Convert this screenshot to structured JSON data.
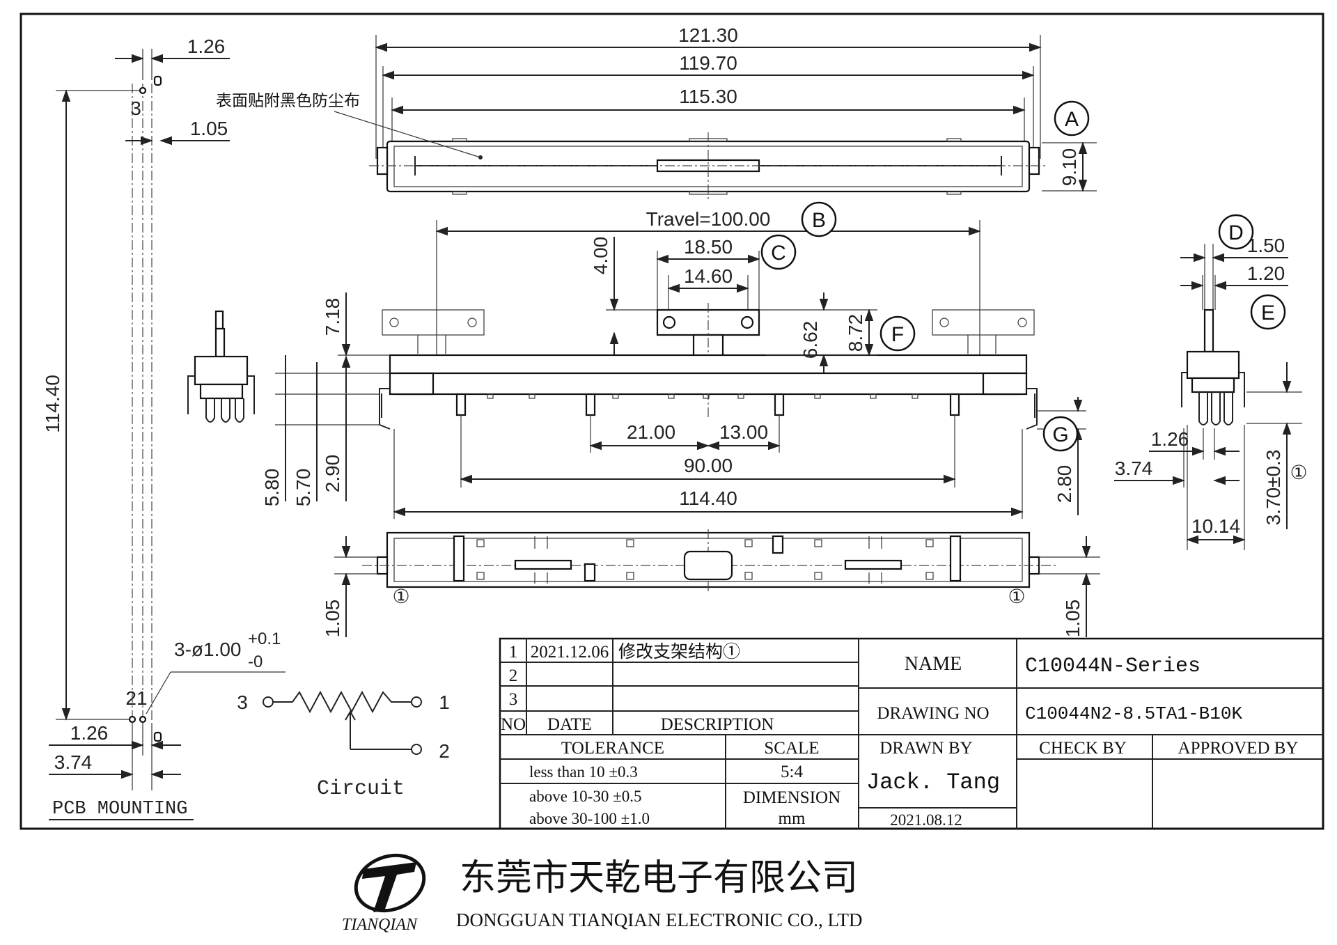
{
  "dimensions": {
    "overall_length_1": "121.30",
    "overall_length_2": "119.70",
    "overall_length_3": "115.30",
    "body_height": "9.10",
    "travel": "Travel=100.00",
    "lever_outer": "18.50",
    "lever_inner": "14.60",
    "lever_offset": "4.00",
    "bracket_height": "7.18",
    "height_662": "6.62",
    "height_872": "8.72",
    "pin_left": "21.00",
    "pin_right": "13.00",
    "pin_span": "90.00",
    "body_length": "114.40",
    "left_580": "5.80",
    "left_570": "5.70",
    "left_290": "2.90",
    "right_280": "2.80",
    "bottom_105_left": "1.05",
    "bottom_105_right": "1.05",
    "side_150": "1.50",
    "side_120": "1.20",
    "side_126": "1.26",
    "side_374": "3.74",
    "side_1014": "10.14",
    "side_370": "3.70±0.3",
    "pcb_126_top": "1.26",
    "pcb_105": "1.05",
    "pcb_11440": "114.40",
    "pcb_126_bottom": "1.26",
    "pcb_374": "3.74",
    "hole_spec": "3-ø1.00",
    "hole_tol_plus": "+0.1",
    "hole_tol_minus": "-0"
  },
  "markers": {
    "a": "A",
    "b": "B",
    "c": "C",
    "d": "D",
    "e": "E",
    "f": "F",
    "g": "G",
    "note_1": "①"
  },
  "annotations": {
    "surface_note": "表面贴附黑色防尘布",
    "pcb_pin_3": "3",
    "pcb_pins_21": "21",
    "pcb_mounting": "PCB MOUNTING"
  },
  "circuit": {
    "pin_3": "3",
    "pin_1": "1",
    "pin_2": "2",
    "label": "Circuit"
  },
  "title_block": {
    "revisions": [
      {
        "no": "1",
        "date": "2021.12.06",
        "description": "修改支架结构①"
      },
      {
        "no": "2",
        "date": "",
        "description": ""
      },
      {
        "no": "3",
        "date": "",
        "description": ""
      }
    ],
    "header_no": "NO",
    "header_date": "DATE",
    "header_description": "DESCRIPTION",
    "tolerance_label": "TOLERANCE",
    "tolerance_rows": [
      "less than  10  ±0.3",
      "above 10-30 ±0.5",
      "above 30-100 ±1.0"
    ],
    "scale_label": "SCALE",
    "scale_value": "5:4",
    "dimension_label": "DIMENSION",
    "dimension_value": "mm",
    "name_label": "NAME",
    "name_value": "C10044N-Series",
    "drawing_no_label": "DRAWING NO",
    "drawing_no_value": "C10044N2-8.5TA1-B10K",
    "drawn_by_label": "DRAWN BY",
    "drawn_by_value": "Jack. Tang",
    "drawn_date": "2021.08.12",
    "check_by_label": "CHECK BY",
    "approved_by_label": "APPROVED BY"
  },
  "company": {
    "logo_text": "TIANQIAN",
    "name_cn": "东莞市天乾电子有限公司",
    "name_en": "DONGGUAN TIANQIAN  ELECTRONIC CO., LTD"
  }
}
